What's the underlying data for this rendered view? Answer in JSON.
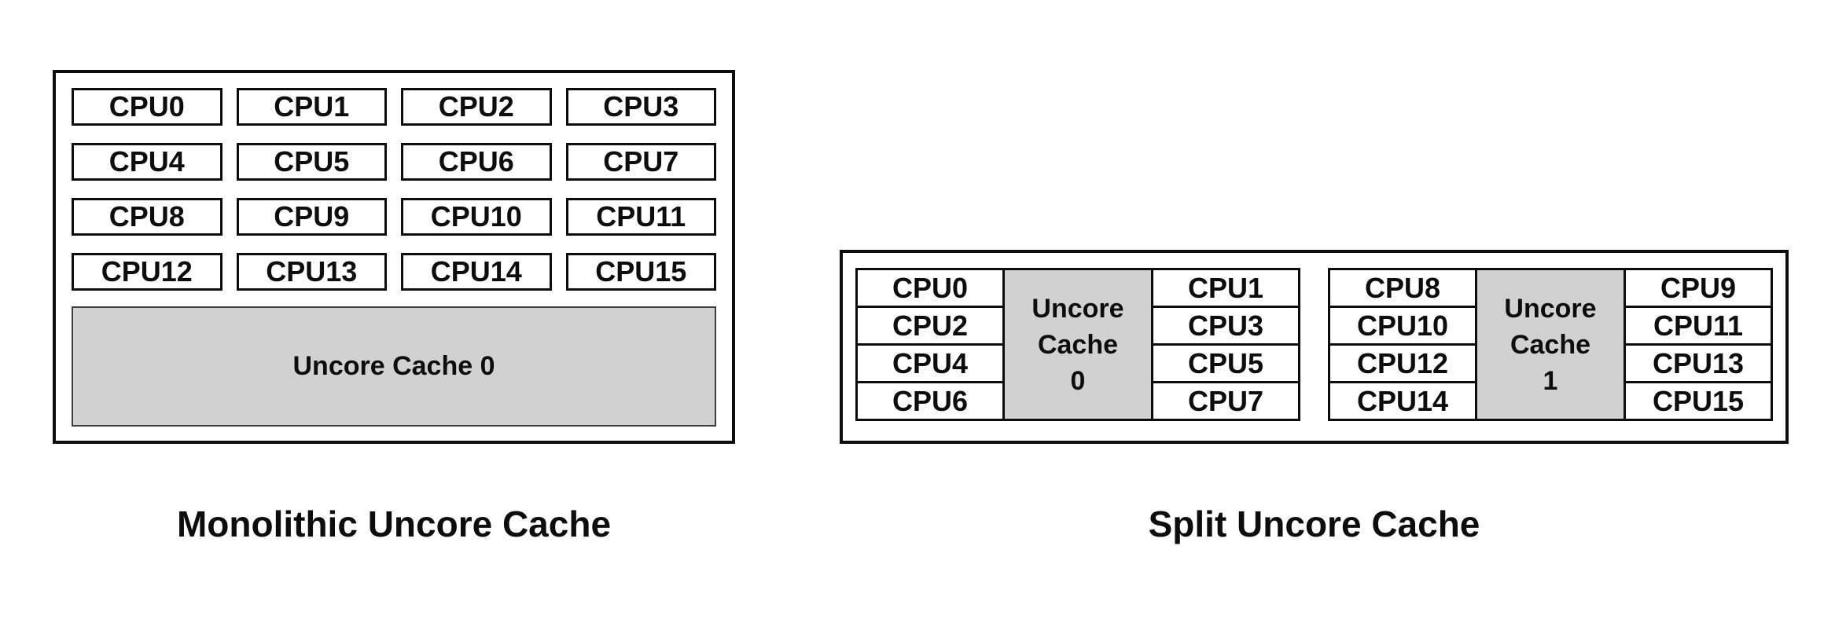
{
  "monolithic": {
    "caption": "Monolithic Uncore Cache",
    "cpus": [
      "CPU0",
      "CPU1",
      "CPU2",
      "CPU3",
      "CPU4",
      "CPU5",
      "CPU6",
      "CPU7",
      "CPU8",
      "CPU9",
      "CPU10",
      "CPU11",
      "CPU12",
      "CPU13",
      "CPU14",
      "CPU15"
    ],
    "cache_label": "Uncore Cache 0"
  },
  "split": {
    "caption": "Split Uncore Cache",
    "clusters": [
      {
        "left": [
          "CPU0",
          "CPU2",
          "CPU4",
          "CPU6"
        ],
        "cache_lines": [
          "Uncore",
          "Cache",
          "0"
        ],
        "right": [
          "CPU1",
          "CPU3",
          "CPU5",
          "CPU7"
        ]
      },
      {
        "left": [
          "CPU8",
          "CPU10",
          "CPU12",
          "CPU14"
        ],
        "cache_lines": [
          "Uncore",
          "Cache",
          "1"
        ],
        "right": [
          "CPU9",
          "CPU11",
          "CPU13",
          "CPU15"
        ]
      }
    ]
  },
  "colors": {
    "cache_fill": "#d1d1d1",
    "border": "#0d0d0d",
    "background": "#ffffff"
  }
}
